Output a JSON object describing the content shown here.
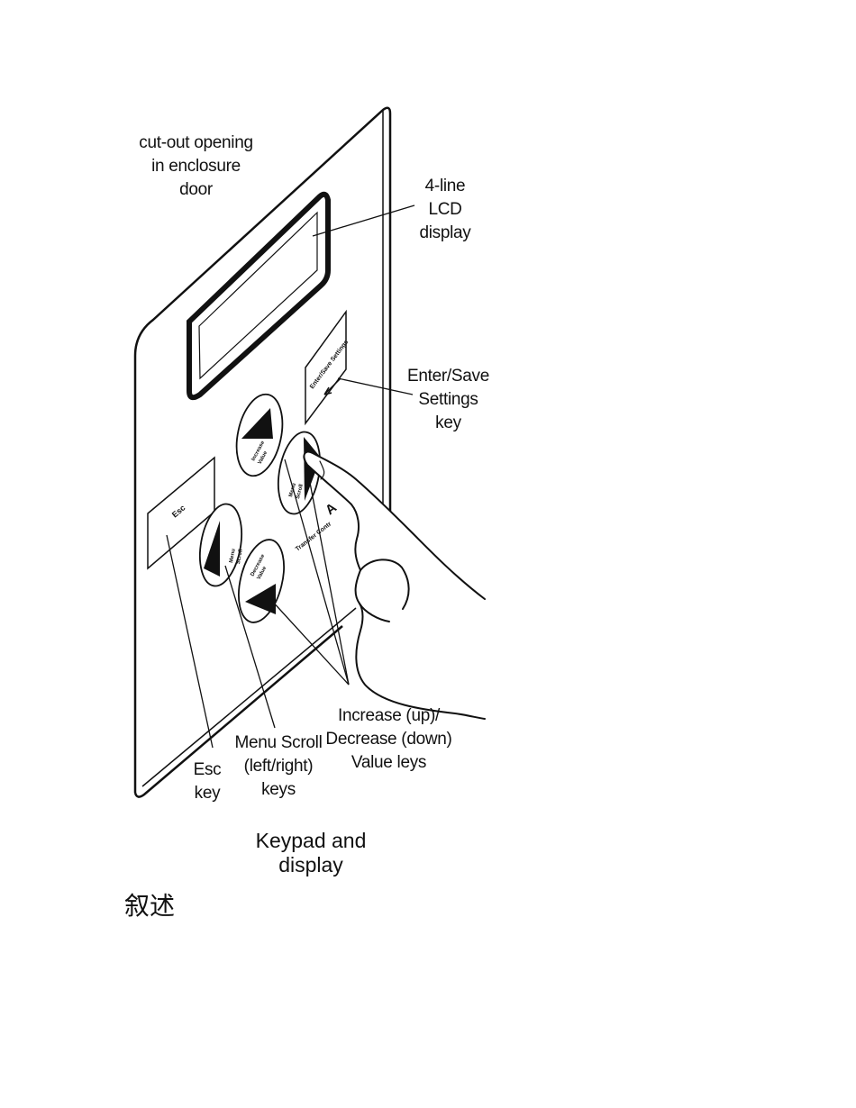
{
  "labels": {
    "cutout": [
      "cut-out opening",
      "in enclosure",
      "door"
    ],
    "lcd": [
      "4-line",
      "LCD",
      "display"
    ],
    "enter": [
      "Enter/Save",
      "Settings",
      "key"
    ],
    "esc": [
      "Esc",
      "key"
    ],
    "menu": [
      "Menu Scroll",
      "(left/right)",
      "keys"
    ],
    "value": [
      "Increase (up)/",
      "Decrease (down)",
      "Value leys"
    ]
  },
  "keys": {
    "esc": "Esc",
    "enter": "Enter/Save Settings",
    "increase": [
      "Increase",
      "Value"
    ],
    "decrease": [
      "Decrease",
      "Value"
    ],
    "menu_scroll": [
      "Menu",
      "Scroll"
    ]
  },
  "panel": {
    "brand_fragment": "A",
    "subtitle_fragment": "Transfer Contr"
  },
  "caption": "Keypad and display",
  "heading": "叙述"
}
